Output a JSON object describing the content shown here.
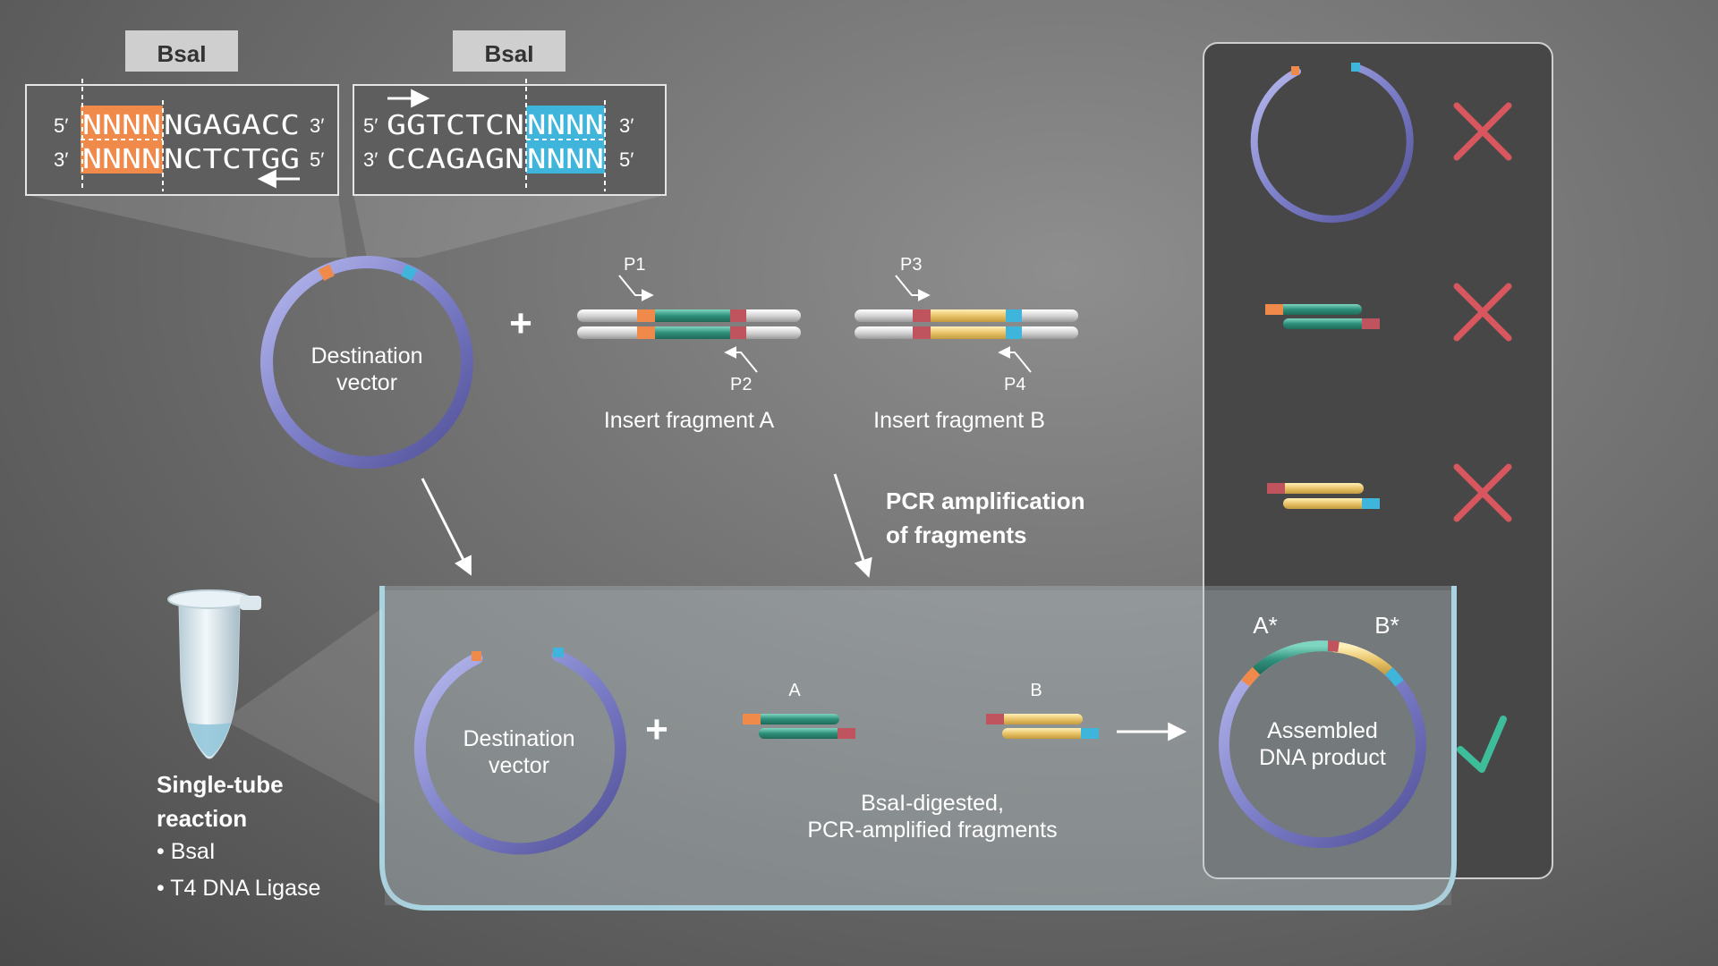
{
  "enzyme_box_left": {
    "label": "BsaI",
    "top": {
      "p5": "5′",
      "n": "NNNN",
      "seq": "NGAGACC",
      "p3": "3′"
    },
    "bottom": {
      "p5": "3′",
      "n": "NNNN",
      "seq": "NCTCTGG",
      "p3": "5′"
    }
  },
  "enzyme_box_right": {
    "label": "BsaI",
    "top": {
      "p5": "5′",
      "seq": "GGTCTCN",
      "n": "NNNN",
      "p3": "3′"
    },
    "bottom": {
      "p5": "3′",
      "seq": "CCAGAGN",
      "n": "NNNN",
      "p3": "5′"
    }
  },
  "destination_vector": {
    "line1": "Destination",
    "line2": "vector"
  },
  "plus": "+",
  "insert_a": {
    "label": "Insert fragment A",
    "p1": "P1",
    "p2": "P2"
  },
  "insert_b": {
    "label": "Insert fragment B",
    "p3": "P3",
    "p4": "P4"
  },
  "pcr": {
    "line1": "PCR amplification",
    "line2": "of fragments"
  },
  "reaction": {
    "line1": "Single-tube",
    "line2": "reaction",
    "item1": "• BsaI",
    "item2": "• T4 DNA Ligase"
  },
  "digested_vector": {
    "line1": "Destination",
    "line2": "vector"
  },
  "frag_a_label": "A",
  "frag_b_label": "B",
  "digested": {
    "line1": "BsaI-digested,",
    "line2": "PCR-amplified fragments"
  },
  "product": {
    "line1": "Assembled",
    "line2": "DNA product",
    "a_star": "A*",
    "b_star": "B*"
  },
  "colors": {
    "orange": "#f08a4b",
    "blue": "#3fb5dc",
    "teal": "#2e8f7a",
    "yellow": "#e9c46a",
    "red": "#c0545e",
    "vector": "#7a7bc4",
    "cross": "#d8575f",
    "check": "#3dbd9a"
  }
}
